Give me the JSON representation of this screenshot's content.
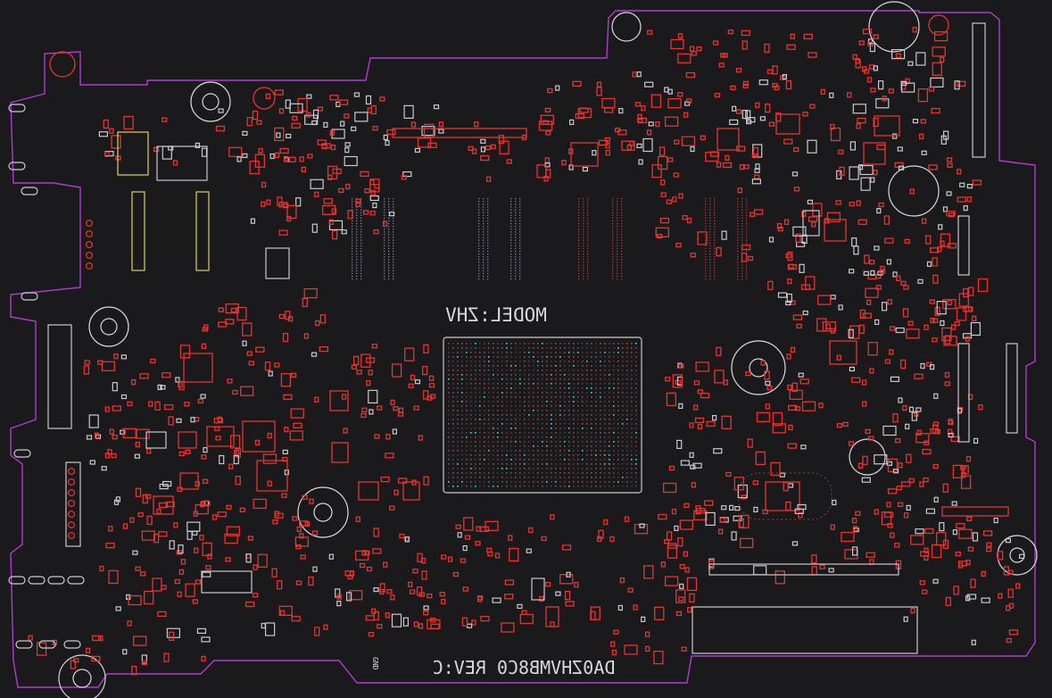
{
  "board": {
    "model_label": "MODEL:ZHV",
    "part_label": "DA0ZHVMB8C0 REV:C",
    "gnd_label": "GND",
    "colors": {
      "background": "#1a1a1c",
      "outline": "#b03ad0",
      "copper": "#e8332e",
      "silkscreen": "#d8d8e0",
      "gold": "#e0d060",
      "blue": "#3a4ae8",
      "cyan": "#40e0e8"
    }
  }
}
